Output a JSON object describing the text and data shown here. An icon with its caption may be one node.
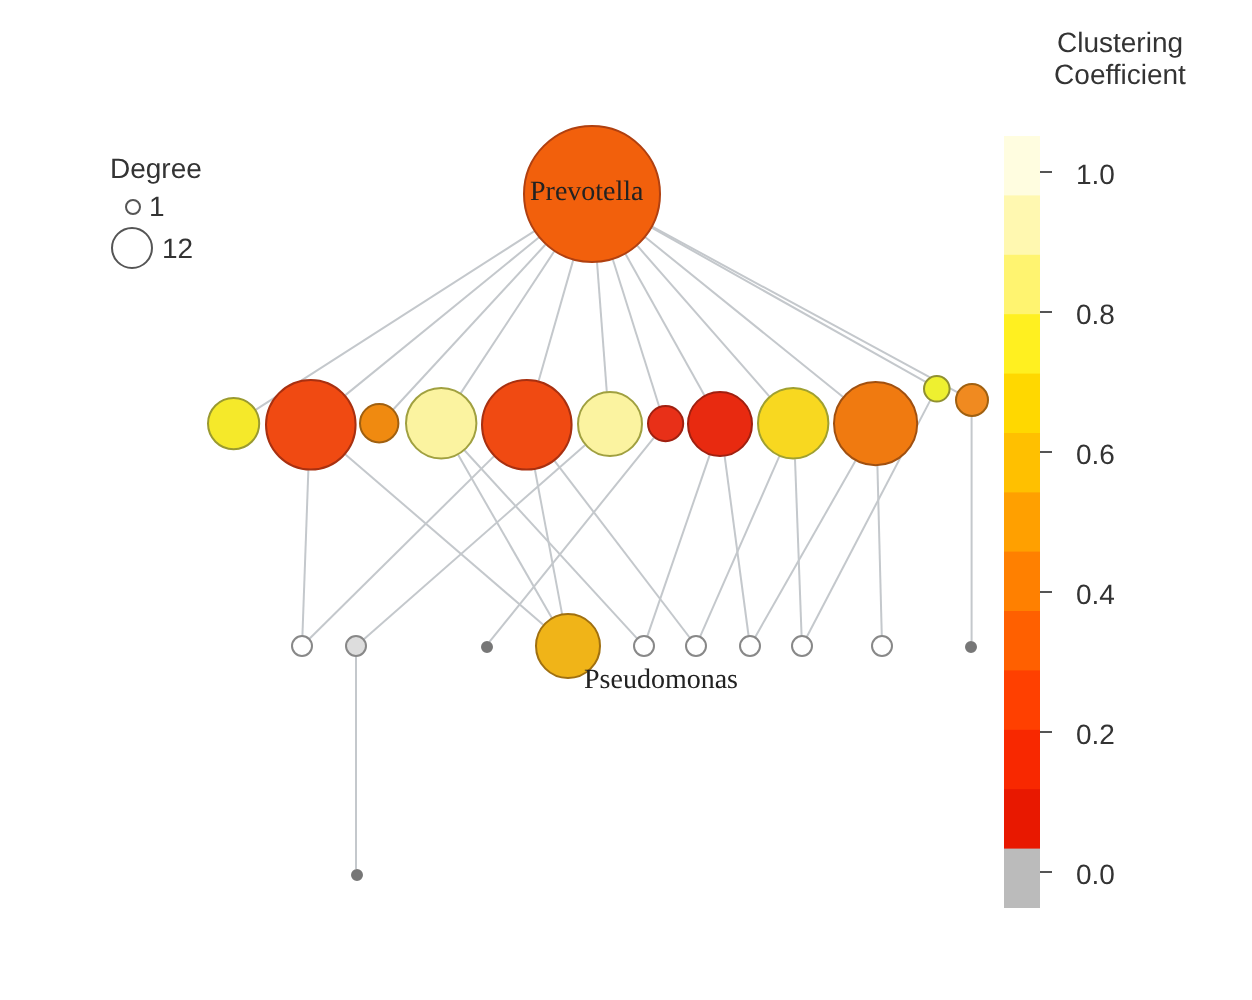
{
  "diagram": {
    "nodes": [
      {
        "text": [
          "Prevotella"
        ]
      },
      {
        "text": [],
        "shape": "circle"
      },
      {
        "text": [],
        "shape": "circle"
      },
      {
        "text": [],
        "shape": "circle"
      },
      {
        "text": [],
        "shape": "circle"
      },
      {
        "text": [],
        "shape": "circle"
      },
      {
        "text": [],
        "shape": "circle"
      },
      {
        "text": [],
        "shape": "circle"
      },
      {
        "text": [],
        "shape": "circle"
      },
      {
        "text": [],
        "shape": "circle"
      },
      {
        "text": [],
        "shape": "circle"
      },
      {
        "text": [],
        "shape": "circle"
      },
      {
        "text": [],
        "shape": "circle"
      },
      {
        "text": [],
        "shape": "circle"
      },
      {
        "text": [],
        "shape": "circle"
      },
      {
        "text": [],
        "shape": "circle"
      },
      {
        "text": [
          "Pseudomonas"
        ]
      },
      {
        "text": [],
        "shape": "circle"
      },
      {
        "text": [],
        "shape": "circle"
      },
      {
        "text": [],
        "shape": "circle"
      },
      {
        "text": [],
        "shape": "circle"
      },
      {
        "text": [],
        "shape": "circle"
      },
      {
        "text": [],
        "shape": "circle"
      },
      {
        "text": [],
        "shape": "circle"
      }
    ],
    "edges": [
      {
        "from": 0,
        "to": 1,
        "arrow": "none"
      },
      {
        "from": 0,
        "to": 2,
        "arrow": "none"
      },
      {
        "from": 0,
        "to": 3,
        "arrow": "none"
      },
      {
        "from": 0,
        "to": 4,
        "arrow": "none"
      },
      {
        "from": 0,
        "to": 5,
        "arrow": "none"
      },
      {
        "from": 0,
        "to": 6,
        "arrow": "none"
      },
      {
        "from": 0,
        "to": 7,
        "arrow": "none"
      },
      {
        "from": 0,
        "to": 8,
        "arrow": "none"
      },
      {
        "from": 0,
        "to": 9,
        "arrow": "none"
      },
      {
        "from": 0,
        "to": 10,
        "arrow": "none"
      },
      {
        "from": 0,
        "to": 11,
        "arrow": "none"
      },
      {
        "from": 0,
        "to": 12,
        "arrow": "none"
      },
      {
        "from": 2,
        "to": 13,
        "arrow": "none"
      },
      {
        "from": 2,
        "to": 16,
        "arrow": "none"
      },
      {
        "from": 5,
        "to": 13,
        "arrow": "none"
      },
      {
        "from": 6,
        "to": 14,
        "arrow": "none"
      },
      {
        "from": 4,
        "to": 16,
        "arrow": "none"
      },
      {
        "from": 5,
        "to": 16,
        "arrow": "none"
      },
      {
        "from": 7,
        "to": 15,
        "arrow": "none"
      },
      {
        "from": 4,
        "to": 17,
        "arrow": "none"
      },
      {
        "from": 5,
        "to": 18,
        "arrow": "none"
      },
      {
        "from": 8,
        "to": 17,
        "arrow": "none"
      },
      {
        "from": 8,
        "to": 19,
        "arrow": "none"
      },
      {
        "from": 9,
        "to": 18,
        "arrow": "none"
      },
      {
        "from": 9,
        "to": 20,
        "arrow": "none"
      },
      {
        "from": 10,
        "to": 19,
        "arrow": "none"
      },
      {
        "from": 10,
        "to": 21,
        "arrow": "none"
      },
      {
        "from": 11,
        "to": 20,
        "arrow": "none"
      },
      {
        "from": 12,
        "to": 22,
        "arrow": "none"
      },
      {
        "from": 14,
        "to": 23,
        "arrow": "none"
      }
    ],
    "labels": [
      "Degree",
      "Clustering Coefficient",
      "1.0",
      "0.8",
      "0.6",
      "0.4",
      "0.2",
      "0.0"
    ],
    "legend": [
      {
        "text": "1"
      },
      {
        "text": "12"
      }
    ]
  }
}
